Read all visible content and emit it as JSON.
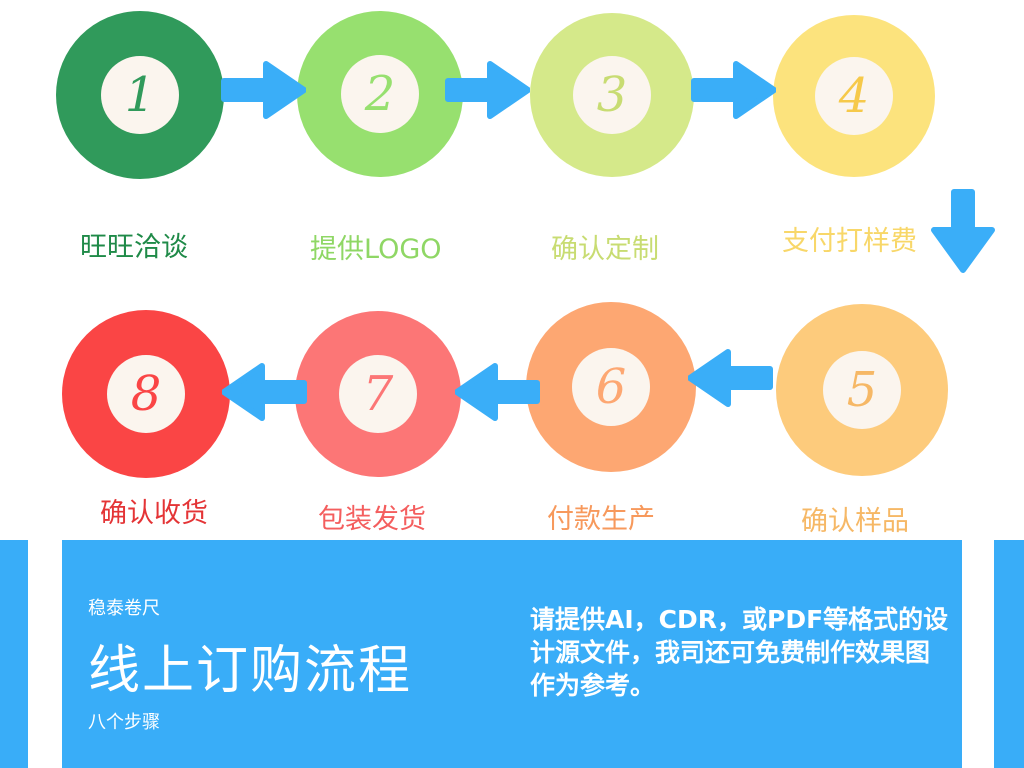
{
  "steps": [
    {
      "number": "1",
      "label": "旺旺洽谈",
      "color": "#309a5b",
      "text_color": "#1f8a48"
    },
    {
      "number": "2",
      "label": "提供LOGO",
      "color": "#97e06f",
      "text_color": "#8fd765"
    },
    {
      "number": "3",
      "label": "确认定制",
      "color": "#d5e98a",
      "text_color": "#c8dc72"
    },
    {
      "number": "4",
      "label": "支付打样费",
      "color": "#fce37d",
      "text_color": "#f8d769"
    },
    {
      "number": "5",
      "label": "确认样品",
      "color": "#fdcb7c",
      "text_color": "#f6b866"
    },
    {
      "number": "6",
      "label": "付款生产",
      "color": "#fda772",
      "text_color": "#f7995c"
    },
    {
      "number": "7",
      "label": "包装发货",
      "color": "#fc7676",
      "text_color": "#f45e5e"
    },
    {
      "number": "8",
      "label": "确认收货",
      "color": "#fa4545",
      "text_color": "#e43436"
    }
  ],
  "arrow_color": "#3aaef8",
  "band_color": "#39adf8",
  "footer": {
    "brand": "稳泰卷尺",
    "title": "线上订购流程",
    "subtitle": "八个步骤",
    "note": "请提供AI，CDR，或PDF等格式的设计源文件，我司还可免费制作效果图作为参考。"
  }
}
